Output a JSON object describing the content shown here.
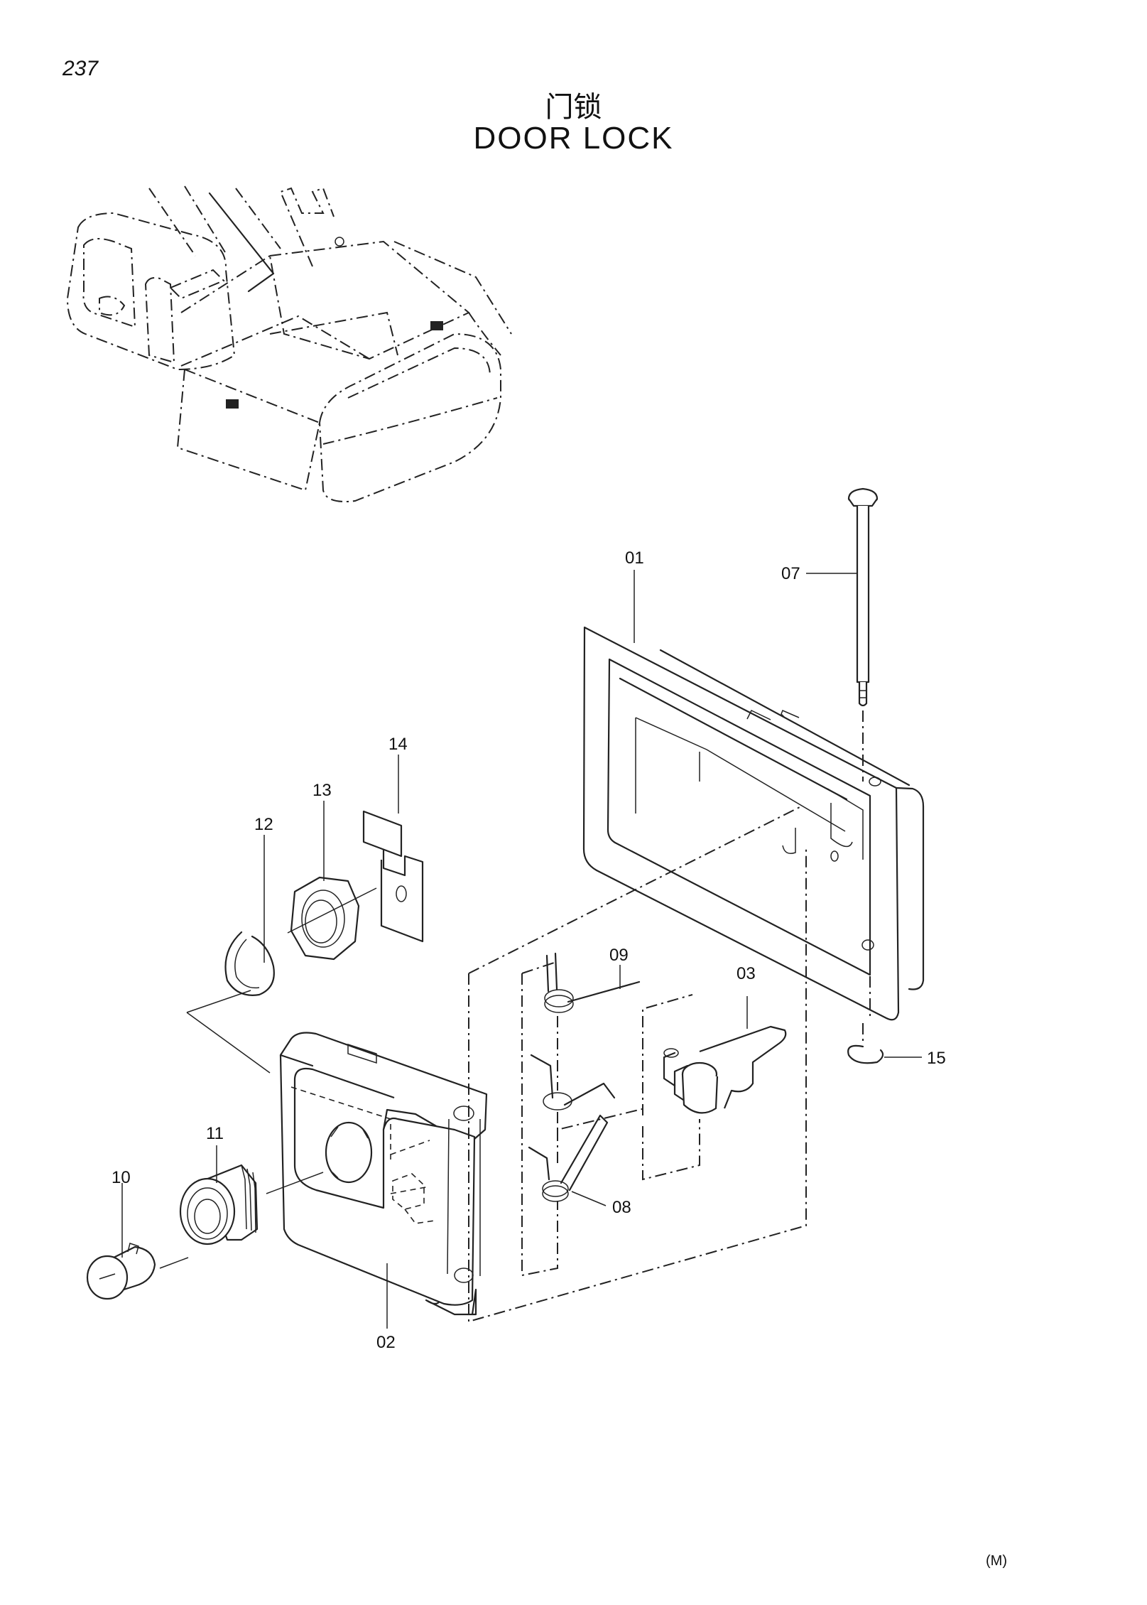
{
  "page_number": "237",
  "title_cn": "门锁",
  "title_en": "DOOR  LOCK",
  "callouts": {
    "c01": "01",
    "c02": "02",
    "c03": "03",
    "c07": "07",
    "c08": "08",
    "c09": "09",
    "c10": "10",
    "c11": "11",
    "c12": "12",
    "c13": "13",
    "c14": "14",
    "c15": "15"
  },
  "footer_mark": "(M)"
}
